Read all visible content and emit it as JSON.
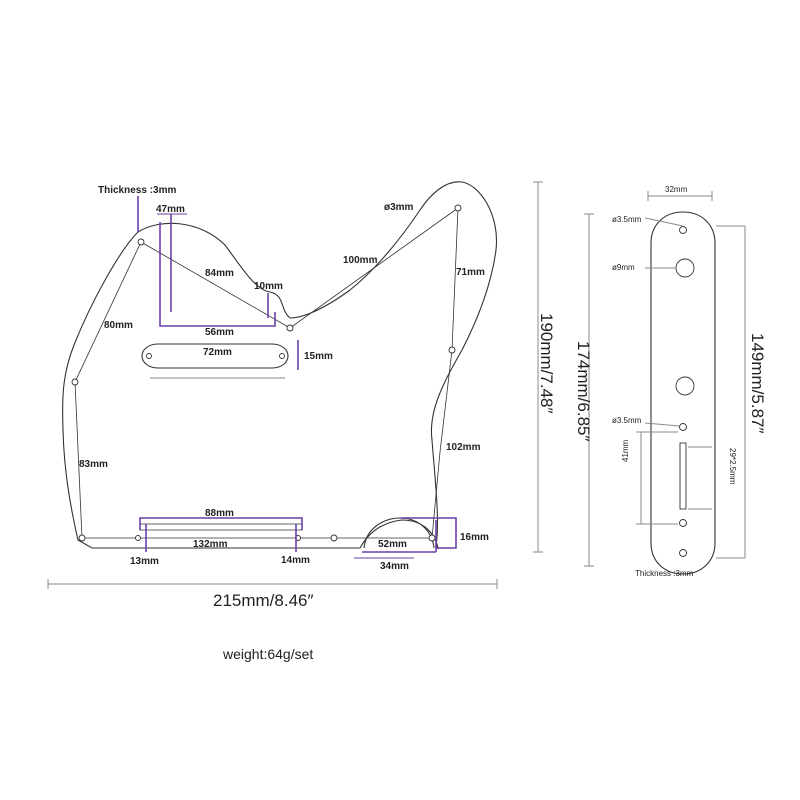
{
  "pickguard": {
    "thickness": "Thickness :3mm",
    "hole_diameter": "ø3mm",
    "dims": {
      "d47": "47mm",
      "d84": "84mm",
      "d100": "100mm",
      "d71": "71mm",
      "d10": "10mm",
      "d56": "56mm",
      "d80": "80mm",
      "d72": "72mm",
      "d15": "15mm",
      "d83": "83mm",
      "d102": "102mm",
      "d88": "88mm",
      "d132": "132mm",
      "d13": "13mm",
      "d14": "14mm",
      "d52": "52mm",
      "d34": "34mm",
      "d16": "16mm"
    },
    "width": "215mm/8.46″",
    "height": "190mm/7.48″",
    "height2": "174mm/6.85″"
  },
  "control_plate": {
    "width": "32mm",
    "hole_top": "ø3.5mm",
    "hole_big": "ø9mm",
    "hole_mid": "ø3.5mm",
    "slot_height": "41mm",
    "slot_size": "29*2.5mm",
    "length": "149mm/5.87″",
    "thickness": "Thickness :3mm"
  },
  "weight": "weight:64g/set"
}
